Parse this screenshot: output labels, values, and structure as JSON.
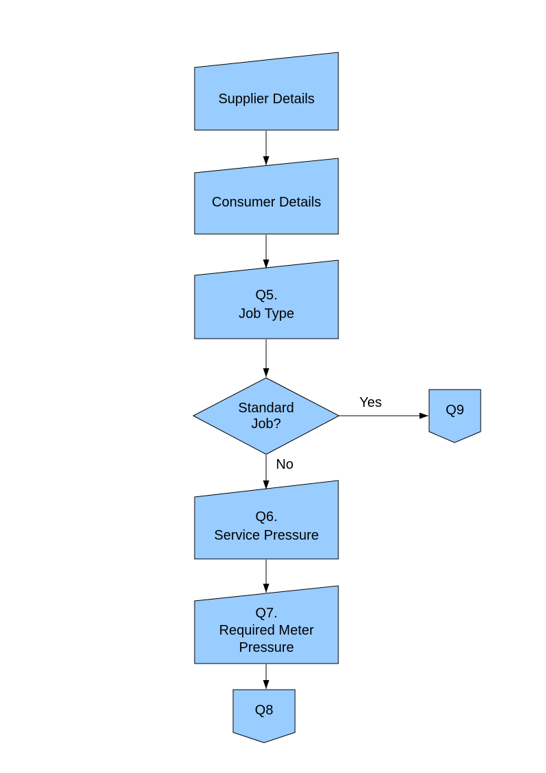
{
  "diagram": {
    "type": "flowchart",
    "colors": {
      "node_fill": "#99CCFF",
      "node_border": "#000000",
      "arrow": "#000000",
      "background": "#FFFFFF",
      "text": "#000000"
    },
    "nodes": {
      "supplier": {
        "label": "Supplier Details",
        "shape": "manual-input"
      },
      "consumer": {
        "label": "Consumer Details",
        "shape": "manual-input"
      },
      "q5": {
        "lines": [
          "Q5.",
          "Job Type"
        ],
        "shape": "manual-input"
      },
      "standard_job": {
        "lines": [
          "Standard",
          "Job?"
        ],
        "shape": "decision"
      },
      "q9": {
        "label": "Q9",
        "shape": "off-page-connector"
      },
      "q6": {
        "lines": [
          "Q6.",
          "Service Pressure"
        ],
        "shape": "manual-input"
      },
      "q7": {
        "lines": [
          "Q7.",
          "Required Meter",
          "Pressure"
        ],
        "shape": "manual-input"
      },
      "q8": {
        "label": "Q8",
        "shape": "off-page-connector"
      }
    },
    "edges": {
      "yes_label": "Yes",
      "no_label": "No",
      "connections": [
        {
          "from": "supplier",
          "to": "consumer"
        },
        {
          "from": "consumer",
          "to": "q5"
        },
        {
          "from": "q5",
          "to": "standard_job"
        },
        {
          "from": "standard_job",
          "to": "q9",
          "label": "Yes"
        },
        {
          "from": "standard_job",
          "to": "q6",
          "label": "No"
        },
        {
          "from": "q6",
          "to": "q7"
        },
        {
          "from": "q7",
          "to": "q8"
        }
      ]
    }
  }
}
